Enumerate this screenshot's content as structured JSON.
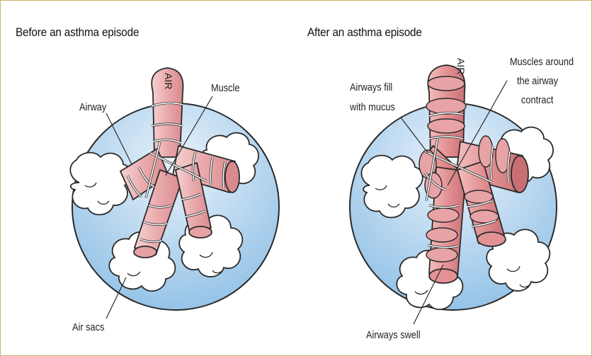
{
  "panels": {
    "before": {
      "title": "Before an asthma episode",
      "labels": {
        "air": "AIR",
        "muscle": "Muscle",
        "airway": "Airway",
        "air_sacs": "Air sacs"
      }
    },
    "after": {
      "title": "After an asthma episode",
      "labels": {
        "air": "AIR",
        "muscles_line1": "Muscles around",
        "muscles_line2": "the airway",
        "muscles_line3": "contract",
        "mucus_line1": "Airways fill",
        "mucus_line2": "with mucus",
        "swell": "Airways swell"
      }
    }
  },
  "colors": {
    "lung_blue": "#8fc0e6",
    "lung_blue_light": "#d9eaf7",
    "airway_pink": "#e7a3a6",
    "airway_pink_light": "#f3c8c8",
    "airway_dark": "#c86f74",
    "muscle_white": "#ffffff",
    "outline": "#2a2a2a",
    "frame": "#c9b86a"
  }
}
